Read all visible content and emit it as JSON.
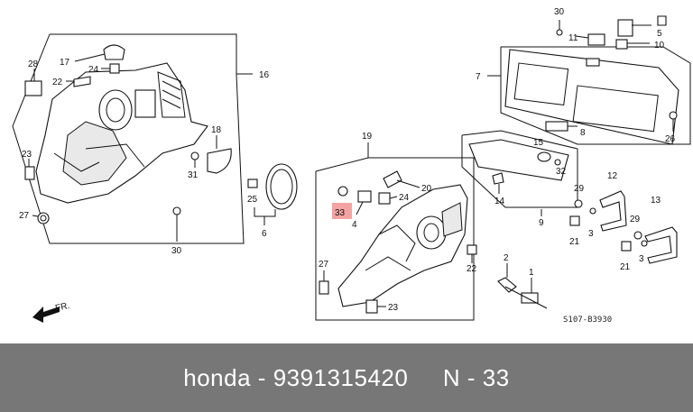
{
  "callouts": {
    "n30a": "30",
    "n11": "11",
    "n5": "5",
    "n10": "10",
    "n7": "7",
    "n8": "8",
    "n26": "26",
    "n15": "15",
    "n32": "32",
    "n14": "14",
    "n9": "9",
    "n12": "12",
    "n29a": "29",
    "n3a": "3",
    "n21a": "21",
    "n13": "13",
    "n29b": "29",
    "n3b": "3",
    "n21b": "21",
    "n28": "28",
    "n17": "17",
    "n24a": "24",
    "n22a": "22",
    "n16": "16",
    "n18": "18",
    "n23a": "23",
    "n31": "31",
    "n27a": "27",
    "n30b": "30",
    "n25": "25",
    "n6": "6",
    "n19": "19",
    "n20": "20",
    "n24b": "24",
    "n4": "4",
    "n27b": "27",
    "n22b": "22",
    "n2": "2",
    "n1": "1",
    "n23b": "23"
  },
  "highlight": {
    "label": "33",
    "color": "#f4a3a3"
  },
  "front_marker": "FR.",
  "diagram_code": "S107-B3930",
  "footer": {
    "brand": "honda",
    "sep1": " - ",
    "part_number": "9391315420",
    "gap": "     ",
    "ref": "N - 33",
    "background": "#777777"
  }
}
